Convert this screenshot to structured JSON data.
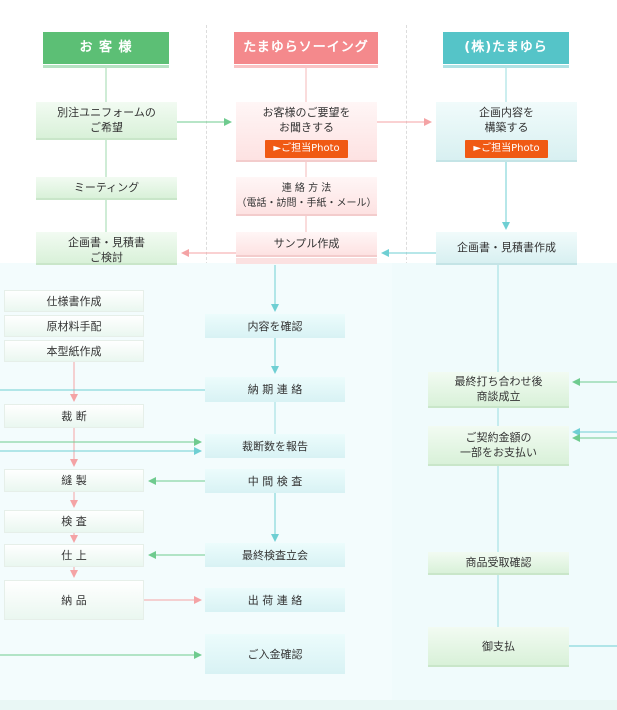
{
  "headers": {
    "customer": "お 客 様",
    "sewing": "たまゆらソーイング",
    "tamayura": "(株)たまゆら"
  },
  "customer_steps": {
    "request": "別注ユニフォームの\nご希望",
    "meeting": "ミーティング",
    "review": "企画書・見積書\nご検討"
  },
  "sewing_steps": {
    "hear": "お客様のご要望を\nお聞きする",
    "contact": "連 絡 方 法\n（電話・訪問・手紙・メール）",
    "sample": "サンプル作成",
    "confirm": "内容を確認",
    "delivery_contact": "納 期 連 絡",
    "cut_report": "裁断数を報告",
    "mid_inspect": "中 間 検 査",
    "final_inspect": "最終検査立会",
    "ship_contact": "出 荷 連 絡",
    "payment_confirm": "ご入金確認"
  },
  "photo_label": "►ご担当Photo",
  "tamayura_steps": {
    "plan": "企画内容を\n構築する",
    "estimate": "企画書・見積書作成",
    "agree": "最終打ち合わせ後\n商談成立",
    "deposit": "ご契約金額の\n一部をお支払い",
    "receive": "商品受取確認",
    "pay": "御支払"
  },
  "factory_steps": {
    "spec": "仕様書作成",
    "material": "原材料手配",
    "pattern": "本型紙作成",
    "cut": "裁 断",
    "sew": "縫 製",
    "inspect": "検 査",
    "finish": "仕 上",
    "deliver": "納 品"
  },
  "colors": {
    "customer": "#5cbf75",
    "sewing": "#f4898c",
    "tamayura": "#55c4c8",
    "photo": "#f05a14",
    "arrow_green": "#6fcb8f",
    "arrow_pink": "#f4a3a5",
    "arrow_teal": "#6fcfd3"
  }
}
